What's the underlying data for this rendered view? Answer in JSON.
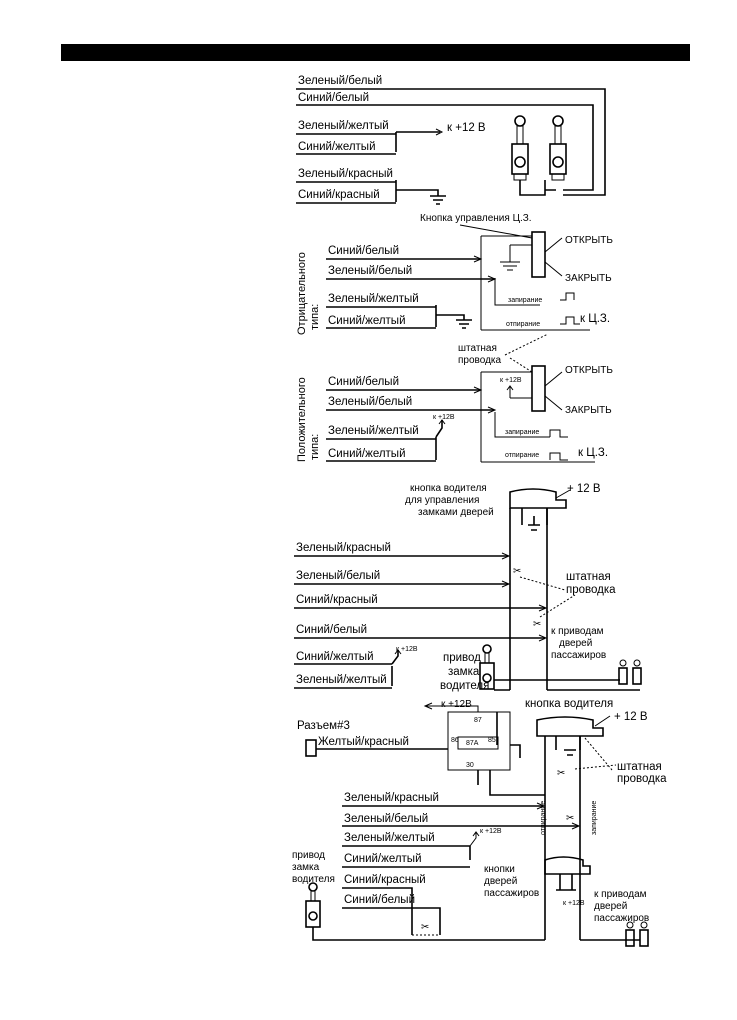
{
  "d1": {
    "wires": [
      "Зеленый/белый",
      "Синий/белый",
      "Зеленый/желтый",
      "Синий/желтый",
      "Зеленый/красный",
      "Синий/красный"
    ],
    "plus12": "к +12 В"
  },
  "d2": {
    "button_title": "Кнопка управления Ц.З.",
    "open": "ОТКРЫТЬ",
    "close": "ЗАКРЫТЬ",
    "lock": "запирание",
    "unlock": "отпирание",
    "to_cz": "к Ц.З.",
    "side": [
      "Отрицательного",
      "типа:"
    ],
    "wires": [
      "Синий/белый",
      "Зеленый/белый",
      "Зеленый/желтый",
      "Синий/желтый"
    ]
  },
  "std_wiring": [
    "штатная",
    "проводка"
  ],
  "d3": {
    "plus12": "к +12В",
    "open": "ОТКРЫТЬ",
    "close": "ЗАКРЫТЬ",
    "lock": "запирание",
    "unlock": "отпирание",
    "to_cz": "к Ц.З.",
    "side": [
      "Положительного",
      "типа:"
    ],
    "wires": [
      "Синий/белый",
      "Зеленый/белый",
      "Зеленый/желтый",
      "Синий/желтый"
    ]
  },
  "d4": {
    "driver_btn": [
      "кнопка водителя",
      "для управления",
      "замками дверей"
    ],
    "plus12": "+ 12 В",
    "wires": [
      "Зеленый/красный",
      "Зеленый/белый",
      "Синий/красный",
      "Синий/белый",
      "Синий/желтый",
      "Зеленый/желтый"
    ],
    "std": [
      "штатная",
      "проводка"
    ],
    "to_drives": [
      "к приводам",
      "дверей",
      "пассажиров"
    ],
    "drive": [
      "привод",
      "замка",
      "водителя"
    ],
    "plus12b": "к +12В"
  },
  "d5": {
    "connector": "Разъем#3",
    "yellow_red": "Желтый/красный",
    "plus12": "к +12В",
    "relay_pins": [
      "87",
      "86",
      "87A",
      "85",
      "30"
    ],
    "driver_btn": "кнопка водителя",
    "plus12v": "+ 12 В",
    "std": [
      "штатная",
      "проводка"
    ],
    "unlock": "отпирание",
    "lock": "запирание",
    "wires": [
      "Зеленый/красный",
      "Зеленый/белый",
      "Зеленый/желтый",
      "Синий/желтый",
      "Синий/красный",
      "Синий/белый"
    ],
    "plus12b": "к +12В",
    "pass_btn": [
      "кнопки",
      "дверей",
      "пассажиров"
    ],
    "plus12c": "к +12В",
    "to_drives": [
      "к приводам",
      "дверей",
      "пассажиров"
    ],
    "drive": [
      "привод",
      "замка",
      "водителя"
    ]
  }
}
